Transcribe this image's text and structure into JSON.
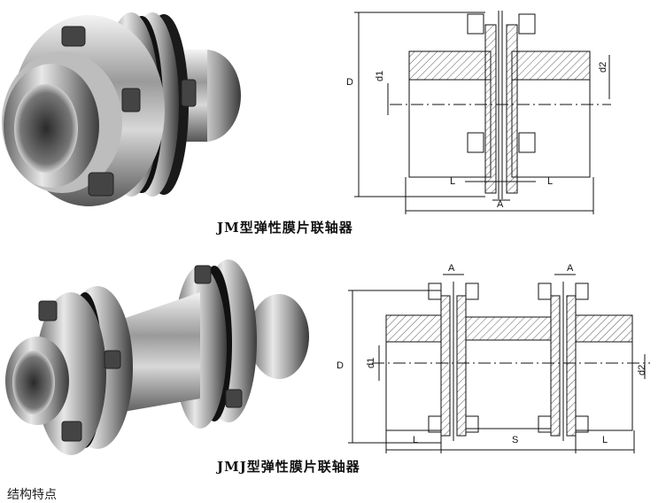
{
  "top": {
    "caption": "JM型弹性膜片联轴器",
    "labels": {
      "D": "D",
      "d1": "d1",
      "d2": "d2",
      "A": "A",
      "L_left": "L",
      "L_right": "L"
    }
  },
  "bottom": {
    "caption": "JMJ型弹性膜片联轴器",
    "labels": {
      "A_left": "A",
      "A_right": "A",
      "D": "D",
      "d1": "d1",
      "d2": "d2",
      "L_left": "L",
      "S": "S",
      "L_right": "L"
    }
  },
  "footer": {
    "text": "结构特点"
  }
}
